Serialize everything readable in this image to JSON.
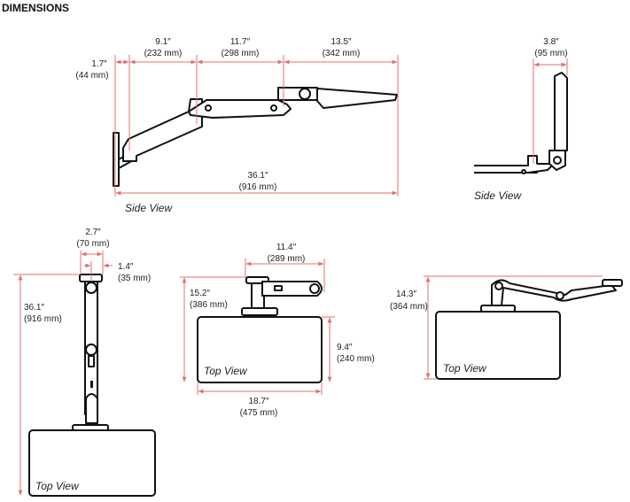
{
  "title": "DIMENSIONS",
  "side_view": {
    "label": "Side View",
    "wall_offset": {
      "in": "1.7″",
      "mm": "(44 mm)"
    },
    "arm1": {
      "in": "9.1″",
      "mm": "(232 mm)"
    },
    "arm2": {
      "in": "11.7″",
      "mm": "(298 mm)"
    },
    "tray": {
      "in": "13.5″",
      "mm": "(342 mm)"
    },
    "total": {
      "in": "36.1″",
      "mm": "(916 mm)"
    }
  },
  "side_view_2": {
    "label": "Side View",
    "depth": {
      "in": "3.8″",
      "mm": "(95 mm)"
    }
  },
  "top_view_1": {
    "label": "Top View",
    "mount_width": {
      "in": "2.7″",
      "mm": "(70 mm)"
    },
    "half_width": {
      "in": "1.4″",
      "mm": "(35 mm)"
    },
    "total": {
      "in": "36.1″",
      "mm": "(916 mm)"
    }
  },
  "top_view_2": {
    "label": "Top View",
    "width": {
      "in": "11.4″",
      "mm": "(289 mm)"
    },
    "depth": {
      "in": "15.2″",
      "mm": "(386 mm)"
    },
    "monitor_height": {
      "in": "9.4″",
      "mm": "(240 mm)"
    },
    "monitor_width": {
      "in": "18.7″",
      "mm": "(475 mm)"
    }
  },
  "top_view_3": {
    "label": "Top View",
    "depth": {
      "in": "14.3″",
      "mm": "(364 mm)"
    }
  },
  "colors": {
    "dimension": "#e07070",
    "outline": "#111111"
  }
}
